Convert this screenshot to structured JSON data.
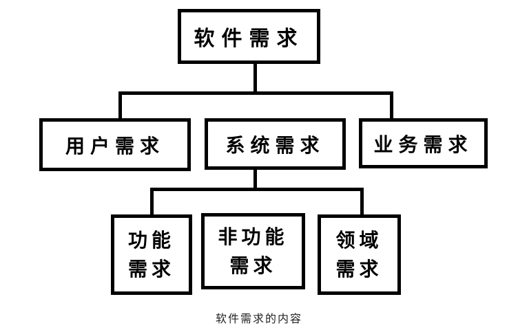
{
  "root": {
    "label": "软件需求"
  },
  "level2": [
    {
      "label": "用户需求"
    },
    {
      "label": "系统需求"
    },
    {
      "label": "业务需求"
    }
  ],
  "level3": [
    {
      "label": "功能\n需求"
    },
    {
      "label": "非功能\n需求"
    },
    {
      "label": "领域\n需求"
    }
  ],
  "caption": "软件需求的内容"
}
